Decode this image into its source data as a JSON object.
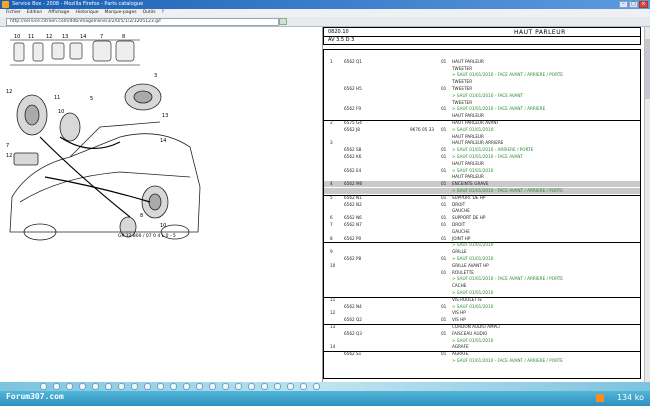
{
  "window": {
    "title": "Service Box - 2008 - Mozilla Firefox - Parts catalogue",
    "menu": [
      "Fichier",
      "Edition",
      "Affichage",
      "Historique",
      "Marque-pages",
      "Outils",
      "?"
    ],
    "address": "http://service.citroen.com/ddb/imageInline/3/2/0/5/1/2/3205123.gif"
  },
  "catalog": {
    "header_code": "0820.10",
    "header_subcode": "AV 3.5 D 3",
    "section_title": "HAUT PARLEUR",
    "diagram_caption": "G9 12 800 / 07 0 4 L 0 - 5",
    "rows": [
      {
        "r": "",
        "ref": "",
        "ext": "",
        "qty": "",
        "desc": "",
        "green": false
      },
      {
        "r": "1",
        "ref": "6562 Q1",
        "ext": "",
        "qty": "01",
        "desc": "HAUT PARLEUR",
        "green": false
      },
      {
        "r": "",
        "ref": "",
        "ext": "",
        "qty": "",
        "desc": "TWEETER",
        "green": false
      },
      {
        "r": "",
        "ref": "",
        "ext": "",
        "qty": "",
        "desc": "> SAUF 01/01/2010 - FACE AVANT / ARRIERE / PORTE",
        "green": true
      },
      {
        "r": "",
        "ref": "",
        "ext": "",
        "qty": "",
        "desc": "TWEETER",
        "green": false
      },
      {
        "r": "",
        "ref": "6562 H5",
        "ext": "",
        "qty": "01",
        "desc": "TWEETER",
        "green": false
      },
      {
        "r": "",
        "ref": "",
        "ext": "",
        "qty": "",
        "desc": "> SAUF 01/01/2010 - FACE AVANT",
        "green": true
      },
      {
        "r": "",
        "ref": "",
        "ext": "",
        "qty": "",
        "desc": "TWEETER",
        "green": false
      },
      {
        "r": "",
        "ref": "6562 F9",
        "ext": "",
        "qty": "01",
        "desc": "> SAUF 01/01/2010 - FACE AVANT / ARRIERE",
        "green": true
      },
      {
        "r": "",
        "ref": "",
        "ext": "",
        "qty": "",
        "desc": "HAUT PARLEUR",
        "green": false
      },
      {
        "r": "2",
        "ref": "6575 G4",
        "ext": "",
        "qty": "",
        "desc": "HAUT PARLEUR AVANT",
        "green": false
      },
      {
        "r": "",
        "ref": "6562 J8",
        "ext": "9676 05 33",
        "qty": "01",
        "desc": "> SAUF 01/01/2010",
        "green": true
      },
      {
        "r": "",
        "ref": "",
        "ext": "",
        "qty": "",
        "desc": "HAUT PARLEUR",
        "green": false
      },
      {
        "r": "3",
        "ref": "",
        "ext": "",
        "qty": "",
        "desc": "HAUT PARLEUR ARRIERE",
        "green": false
      },
      {
        "r": "",
        "ref": "6562 S8",
        "ext": "",
        "qty": "01",
        "desc": "> SAUF 01/01/2010 - ARRIERE / PORTE",
        "green": true
      },
      {
        "r": "",
        "ref": "6562 K6",
        "ext": "",
        "qty": "01",
        "desc": "> SAUF 01/01/2010 - FACE AVANT",
        "green": true
      },
      {
        "r": "",
        "ref": "",
        "ext": "",
        "qty": "",
        "desc": "HAUT PARLEUR",
        "green": false
      },
      {
        "r": "",
        "ref": "6562 E4",
        "ext": "",
        "qty": "01",
        "desc": "> SAUF 01/01/2010",
        "green": true
      },
      {
        "r": "",
        "ref": "",
        "ext": "",
        "qty": "",
        "desc": "HAUT PARLEUR",
        "green": false
      },
      {
        "r": "4",
        "ref": "6562 M0",
        "ext": "",
        "qty": "01",
        "desc": "ENCEINTE GRAVE",
        "green": false,
        "hl": true
      },
      {
        "r": "",
        "ref": "",
        "ext": "",
        "qty": "",
        "desc": "> SAUF 01/01/2010 - FACE AVANT / ARRIERE / PORTE",
        "green": true,
        "hl": true
      },
      {
        "r": "5",
        "ref": "6562 N1",
        "ext": "",
        "qty": "01",
        "desc": "SUPPORT DE HP",
        "green": false
      },
      {
        "r": "",
        "ref": "6562 N2",
        "ext": "",
        "qty": "01",
        "desc": "DROIT",
        "green": false
      },
      {
        "r": "",
        "ref": "",
        "ext": "",
        "qty": "",
        "desc": "GAUCHE",
        "green": false
      },
      {
        "r": "6",
        "ref": "6562 N6",
        "ext": "",
        "qty": "01",
        "desc": "SUPPORT DE HP",
        "green": false
      },
      {
        "r": "7",
        "ref": "6562 N7",
        "ext": "",
        "qty": "01",
        "desc": "DROIT",
        "green": false
      },
      {
        "r": "",
        "ref": "",
        "ext": "",
        "qty": "",
        "desc": "GAUCHE",
        "green": false
      },
      {
        "r": "8",
        "ref": "6562 P0",
        "ext": "",
        "qty": "01",
        "desc": "JOINT HP",
        "green": false
      },
      {
        "r": "",
        "ref": "",
        "ext": "",
        "qty": "",
        "desc": "> SAUF 01/01/2010",
        "green": true
      },
      {
        "r": "9",
        "ref": "",
        "ext": "",
        "qty": "",
        "desc": "GRILLE",
        "green": false
      },
      {
        "r": "",
        "ref": "6562 P8",
        "ext": "",
        "qty": "01",
        "desc": "> SAUF 01/01/2010",
        "green": true
      },
      {
        "r": "10",
        "ref": "",
        "ext": "",
        "qty": "",
        "desc": "GRILLE AVANT HP",
        "green": false
      },
      {
        "r": "",
        "ref": "",
        "ext": "",
        "qty": "01",
        "desc": "ROULETTE",
        "green": false
      },
      {
        "r": "",
        "ref": "",
        "ext": "",
        "qty": "",
        "desc": "> SAUF 01/01/2010 - FACE AVANT / ARRIERE / PORTE",
        "green": true
      },
      {
        "r": "",
        "ref": "",
        "ext": "",
        "qty": "",
        "desc": "CACHE",
        "green": false
      },
      {
        "r": "",
        "ref": "",
        "ext": "",
        "qty": "",
        "desc": "> SAUF 01/01/2010",
        "green": true
      },
      {
        "r": "11",
        "ref": "",
        "ext": "",
        "qty": "",
        "desc": "VIS ROULETTE",
        "green": false
      },
      {
        "r": "",
        "ref": "6562 N4",
        "ext": "",
        "qty": "01",
        "desc": "> SAUF 01/01/2010",
        "green": true
      },
      {
        "r": "12",
        "ref": "",
        "ext": "",
        "qty": "",
        "desc": "VIS HP",
        "green": false
      },
      {
        "r": "",
        "ref": "6562 Q2",
        "ext": "",
        "qty": "01",
        "desc": "VIS HP",
        "green": false
      },
      {
        "r": "13",
        "ref": "",
        "ext": "",
        "qty": "",
        "desc": "CORDON AUDIO AMPLI",
        "green": false
      },
      {
        "r": "",
        "ref": "6562 Q3",
        "ext": "",
        "qty": "01",
        "desc": "FAISCEAU AUDIO",
        "green": false
      },
      {
        "r": "",
        "ref": "",
        "ext": "",
        "qty": "",
        "desc": "> SAUF 01/01/2010",
        "green": true
      },
      {
        "r": "14",
        "ref": "",
        "ext": "",
        "qty": "",
        "desc": "AGRAFE",
        "green": false
      },
      {
        "r": "",
        "ref": "6562 S1",
        "ext": "",
        "qty": "01",
        "desc": "AGRAFE",
        "green": false
      },
      {
        "r": "",
        "ref": "",
        "ext": "",
        "qty": "",
        "desc": "> SAUF 01/01/2010 - FACE AVANT / ARRIERE / PORTE",
        "green": true
      }
    ]
  },
  "taskbar": {
    "brand": "Forum307.com",
    "status": "134 ko"
  }
}
